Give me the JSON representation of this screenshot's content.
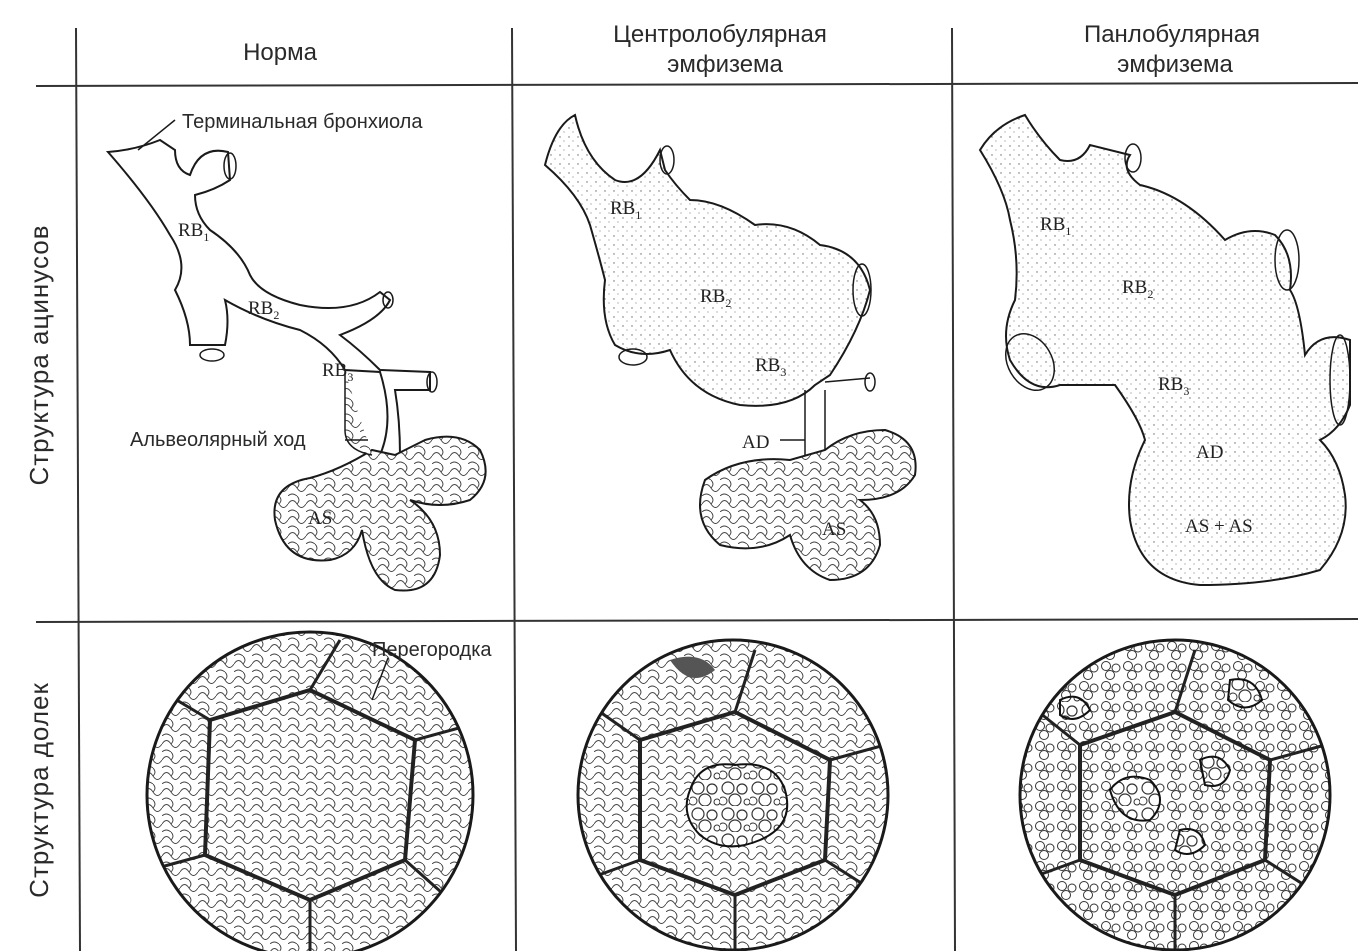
{
  "columns": {
    "normal": {
      "header": "Норма"
    },
    "centrilobular": {
      "header_line1": "Центролобулярная",
      "header_line2": "эмфизема"
    },
    "panlobular": {
      "header_line1": "Панлобулярная",
      "header_line2": "эмфизема"
    }
  },
  "rows": {
    "acinus": "Структура ацинусов",
    "lobule": "Структура долек"
  },
  "annotations": {
    "terminal_bronchiole": "Терминальная бронхиола",
    "alveolar_duct": "Альвеолярный ход",
    "septum": "Перегородка"
  },
  "labels": {
    "rb1": "RB",
    "rb2": "RB",
    "rb3": "RB",
    "sub1": "1",
    "sub2": "2",
    "sub3": "3",
    "ad": "AD",
    "as": "AS",
    "as_plus_as": "AS + AS"
  },
  "colors": {
    "ink": "#1a1a1a",
    "paper": "#ffffff"
  }
}
